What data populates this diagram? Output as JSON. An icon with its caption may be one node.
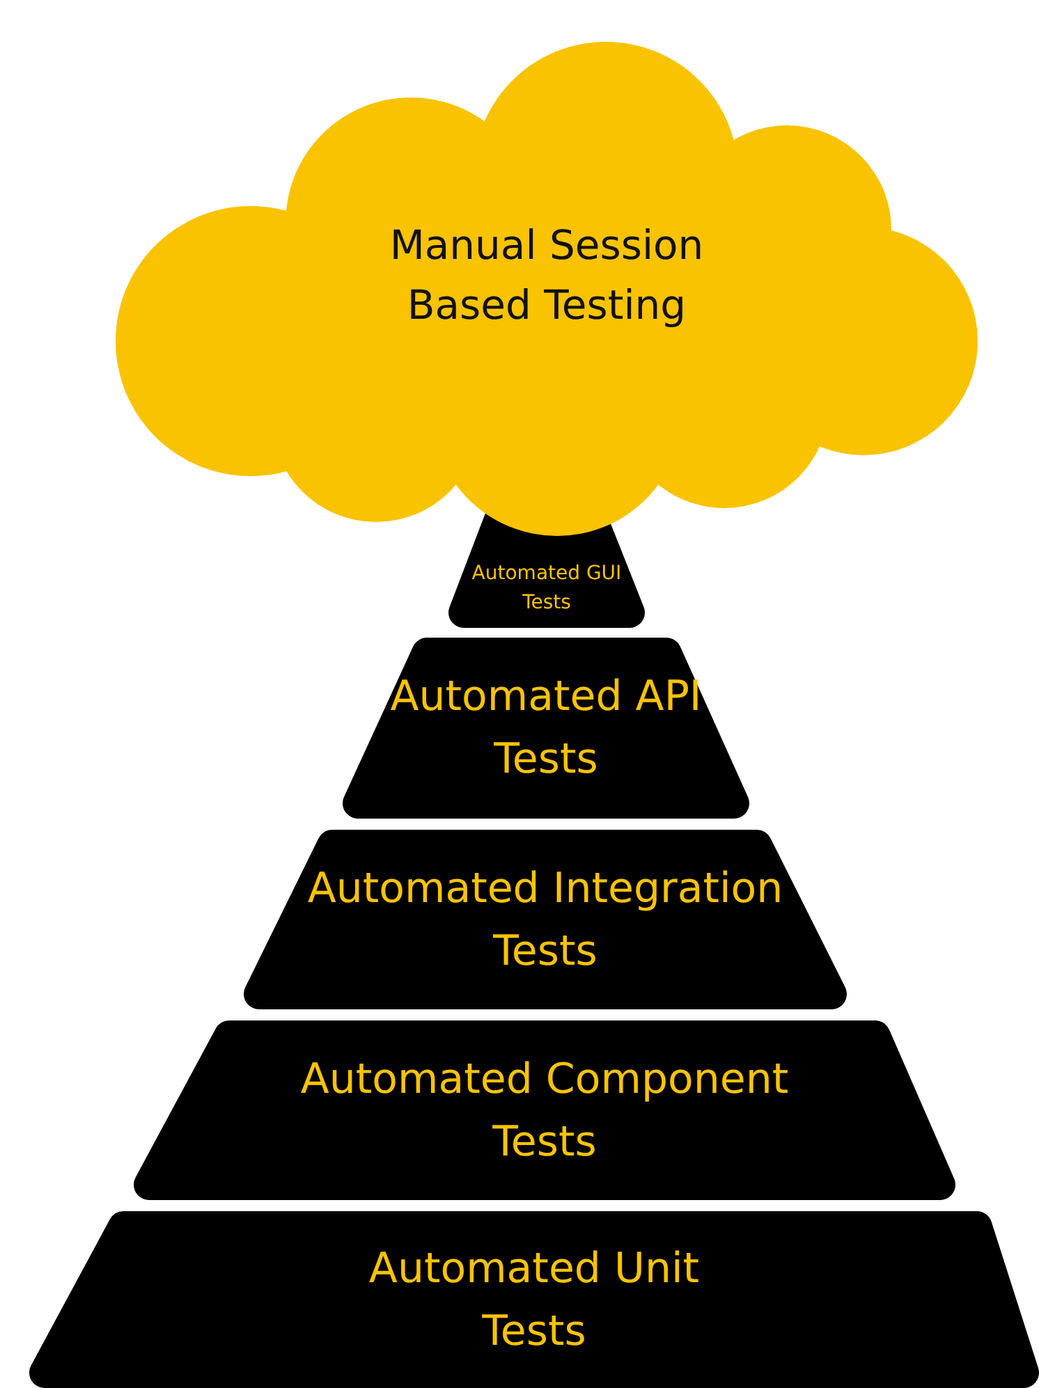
{
  "diagram": {
    "nodes": [
      {
        "text": [
          "Manual Session Based Testing"
        ]
      },
      {
        "text": [
          "Automated GUI Tests"
        ]
      },
      {
        "text": [
          "Automated API Tests"
        ]
      },
      {
        "text": [
          "Automated Integration Tests"
        ]
      },
      {
        "text": [
          "Automated Component Tests"
        ]
      },
      {
        "text": [
          "Automated Unit Tests"
        ]
      }
    ]
  }
}
